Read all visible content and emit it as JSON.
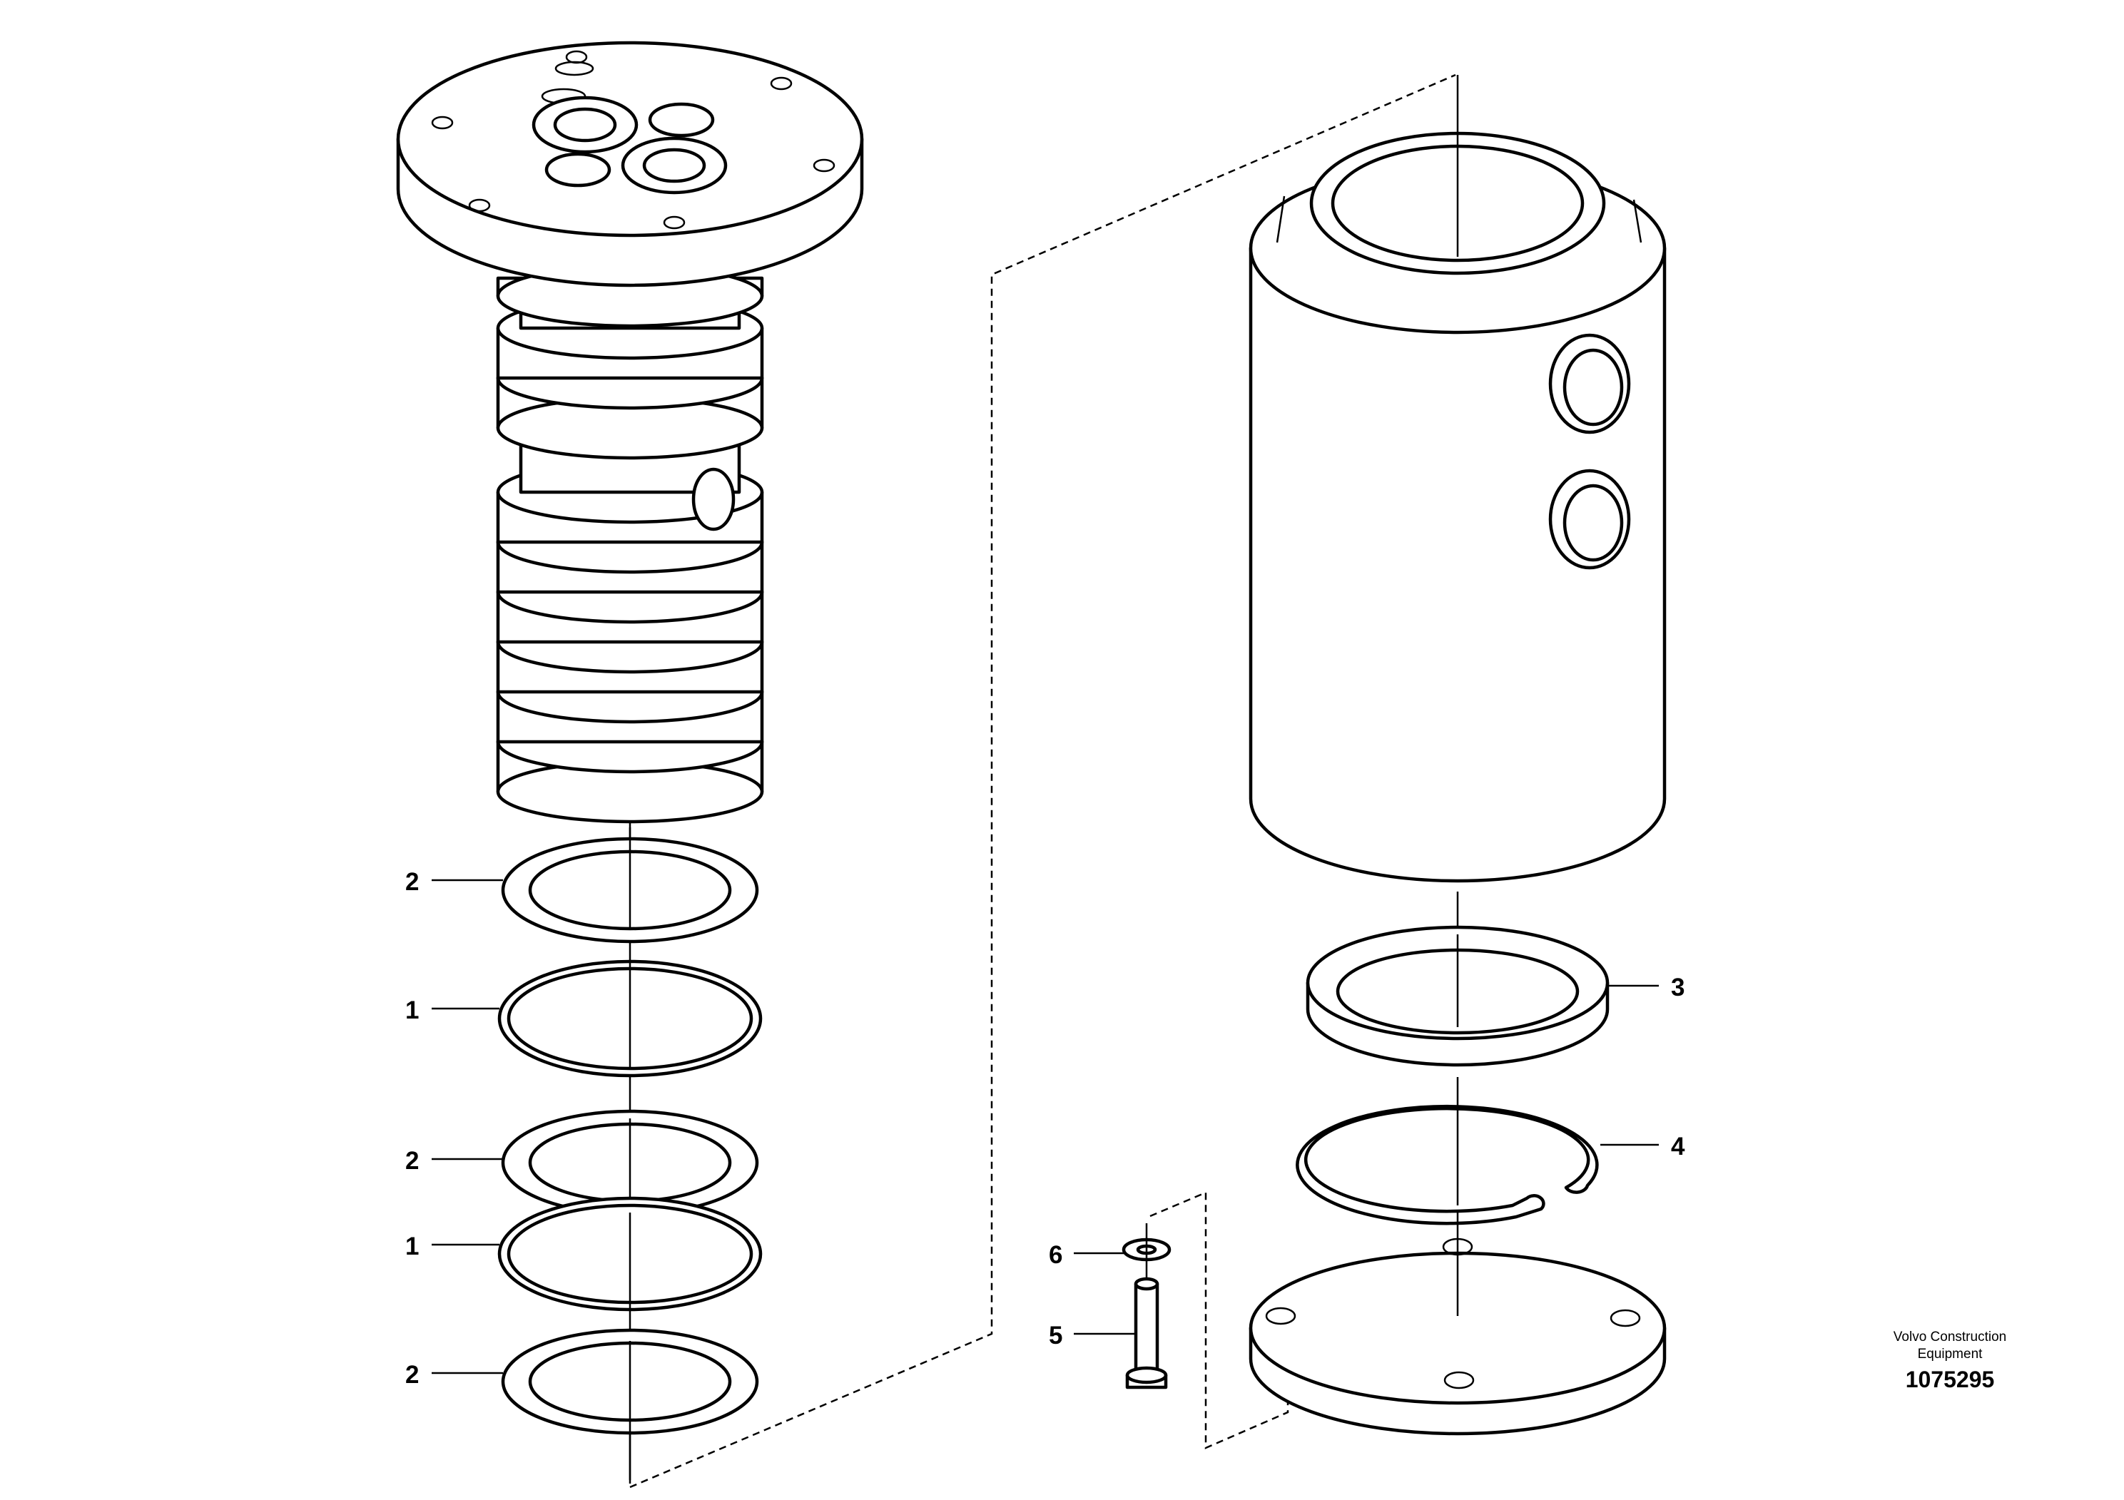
{
  "diagram": {
    "callouts": [
      {
        "id": "c2a",
        "label": "2"
      },
      {
        "id": "c1a",
        "label": "1"
      },
      {
        "id": "c2b",
        "label": "2"
      },
      {
        "id": "c1b",
        "label": "1"
      },
      {
        "id": "c2c",
        "label": "2"
      },
      {
        "id": "c3",
        "label": "3"
      },
      {
        "id": "c4",
        "label": "4"
      },
      {
        "id": "c6",
        "label": "6"
      },
      {
        "id": "c5",
        "label": "5"
      }
    ],
    "brand_line1": "Volvo Construction",
    "brand_line2": "Equipment",
    "document_number": "1075295"
  },
  "colors": {
    "line": "#000000",
    "background": "#ffffff"
  }
}
